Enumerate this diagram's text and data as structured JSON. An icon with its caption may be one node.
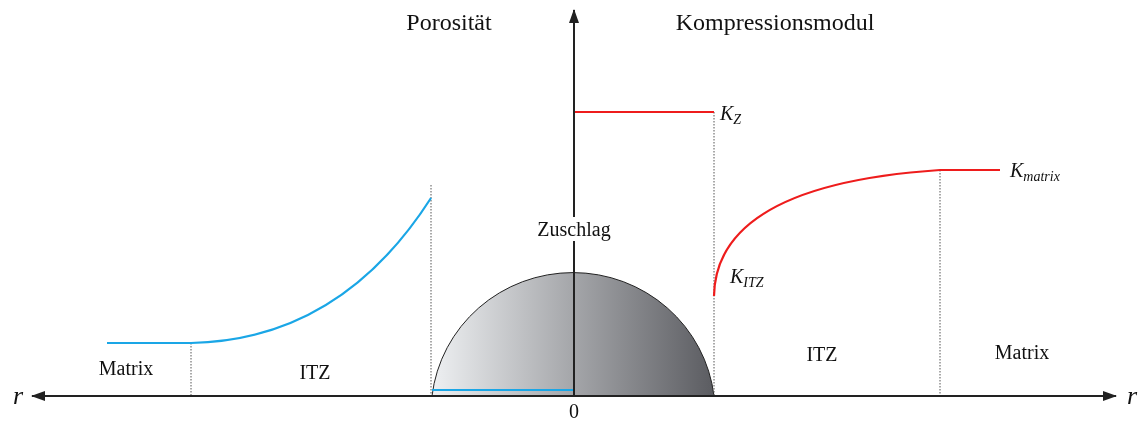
{
  "diagram": {
    "labels": [
      "Porosität",
      "Kompressionsmodul",
      "K$_{Z}$",
      "K$_{matrix}$",
      "Zuschlag",
      "K$_{ITZ}$",
      "Matrix",
      "ITZ",
      "ITZ",
      "Matrix",
      "r",
      "r",
      "0"
    ]
  }
}
